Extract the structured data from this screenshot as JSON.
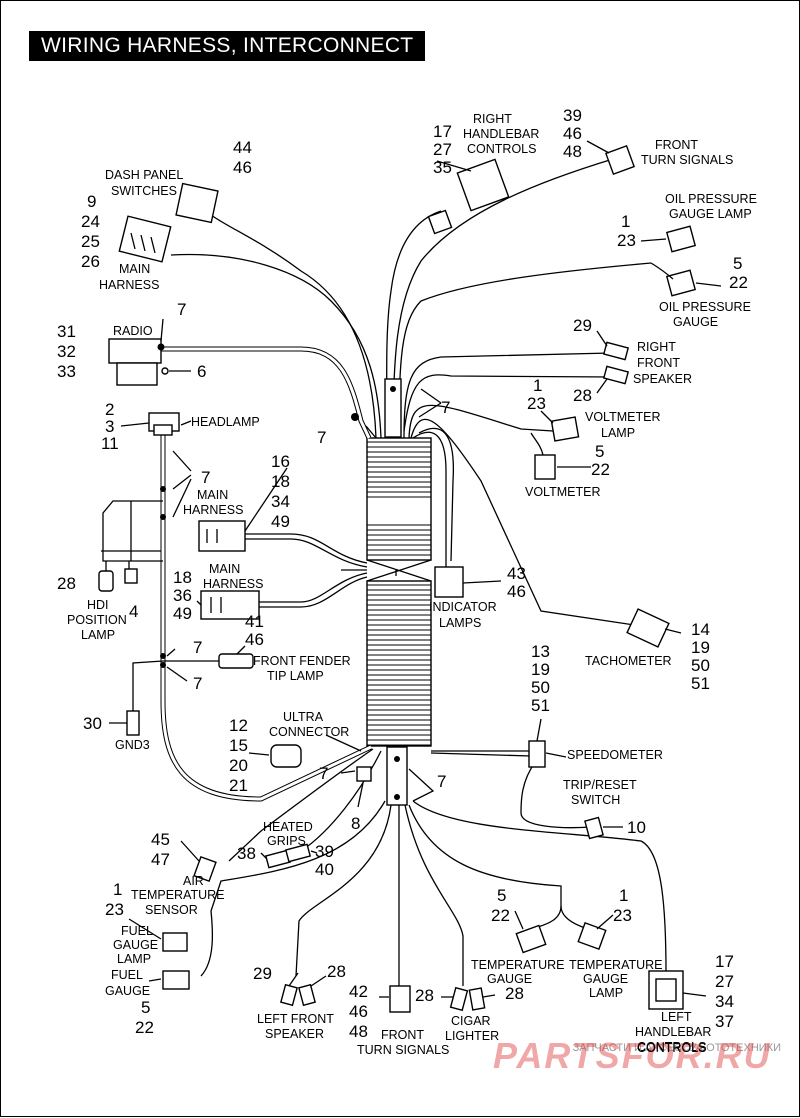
{
  "title": "WIRING HARNESS, INTERCONNECT",
  "labels": {
    "dash_panel": [
      "DASH PANEL",
      "SWITCHES"
    ],
    "main_harness_top": [
      "MAIN",
      "HARNESS"
    ],
    "radio": "RADIO",
    "headlamp": "HEADLAMP",
    "main_harness_mid": [
      "MAIN",
      "HARNESS"
    ],
    "main_harness_low": [
      "MAIN",
      "HARNESS"
    ],
    "hdi": [
      "HDI",
      "POSITION",
      "LAMP"
    ],
    "front_fender": [
      "FRONT FENDER",
      "TIP LAMP"
    ],
    "gnd3": "GND3",
    "ultra": [
      "ULTRA",
      "CONNECTOR"
    ],
    "heated_grips": [
      "HEATED",
      "GRIPS"
    ],
    "air_temp": [
      "AIR",
      "TEMPERATURE",
      "SENSOR"
    ],
    "fuel_gauge_lamp": [
      "FUEL",
      "GAUGE",
      "LAMP"
    ],
    "fuel_gauge": [
      "FUEL",
      "GAUGE"
    ],
    "left_front_speaker": [
      "LEFT FRONT",
      "SPEAKER"
    ],
    "front_turn_bottom": [
      "FRONT",
      "TURN SIGNALS"
    ],
    "cigar": [
      "CIGAR",
      "LIGHTER"
    ],
    "temp_gauge": [
      "TEMPERATURE",
      "GAUGE"
    ],
    "temp_gauge_lamp": [
      "TEMPERATURE",
      "GAUGE",
      "LAMP"
    ],
    "left_handlebar": [
      "LEFT",
      "HANDLEBAR",
      "CONTROLS"
    ],
    "right_handlebar": [
      "RIGHT",
      "HANDLEBAR",
      "CONTROLS"
    ],
    "front_turn_top": [
      "FRONT",
      "TURN SIGNALS"
    ],
    "oil_pressure_lamp": [
      "OIL PRESSURE",
      "GAUGE LAMP"
    ],
    "oil_pressure": [
      "OIL PRESSURE",
      "GAUGE"
    ],
    "right_front_speaker": [
      "RIGHT",
      "FRONT",
      "SPEAKER"
    ],
    "voltmeter_lamp": [
      "VOLTMETER",
      "LAMP"
    ],
    "voltmeter": "VOLTMETER",
    "indicator": [
      "INDICATOR",
      "LAMPS"
    ],
    "tachometer": "TACHOMETER",
    "speedometer": "SPEEDOMETER",
    "trip": [
      "TRIP/RESET",
      "SWITCH"
    ]
  },
  "numbers": {
    "dash": [
      "44",
      "46"
    ],
    "main_top": [
      "9",
      "24",
      "25",
      "26"
    ],
    "radio": [
      "31",
      "32",
      "33"
    ],
    "radio_7": "7",
    "radio_6": "6",
    "headlamp": [
      "2",
      "3",
      "11"
    ],
    "n7_harness_left": "7",
    "n7_main_harness": "7",
    "main_mid": [
      "16",
      "18",
      "34",
      "49"
    ],
    "main_low": [
      "18",
      "36",
      "49"
    ],
    "hdi_28": "28",
    "hdi_4": "4",
    "fender": [
      "41",
      "46"
    ],
    "fender_7a": "7",
    "fender_7b": "7",
    "gnd": "30",
    "ultra": [
      "12",
      "15",
      "20",
      "21"
    ],
    "ultra_7": "7",
    "n8": "8",
    "bottom_7": "7",
    "air": [
      "45",
      "47"
    ],
    "grips_38": "38",
    "grips_right": [
      "39",
      "40"
    ],
    "fuel_lamp": [
      "1",
      "23"
    ],
    "fuel": [
      "5",
      "22"
    ],
    "lf_speaker": [
      "29",
      "28"
    ],
    "turn_bottom": [
      "42",
      "46",
      "48"
    ],
    "cigar_28a": "28",
    "cigar_28b": "28",
    "temp": [
      "5",
      "22"
    ],
    "temp_lamp": [
      "1",
      "23"
    ],
    "left_hb": [
      "17",
      "27",
      "34",
      "37"
    ],
    "right_hb": [
      "17",
      "27",
      "35"
    ],
    "turn_top": [
      "39",
      "46",
      "48"
    ],
    "oil_lamp": [
      "1",
      "23"
    ],
    "oil": [
      "5",
      "22"
    ],
    "rf_speaker": [
      "29",
      "28"
    ],
    "n7_center": "7",
    "volt_lamp": [
      "1",
      "23"
    ],
    "volt": [
      "5",
      "22"
    ],
    "indicator": [
      "43",
      "46"
    ],
    "tach": [
      "14",
      "19",
      "50",
      "51"
    ],
    "speedo": [
      "13",
      "19",
      "50",
      "51"
    ],
    "trip": "10"
  },
  "watermark": {
    "text": "ЗАПЧАСТИ И АКСЕССУА   ОТОТЕХНИКИ",
    "logo": "PARTSFOR.RU",
    "logo_sub": "CONTROLS"
  }
}
